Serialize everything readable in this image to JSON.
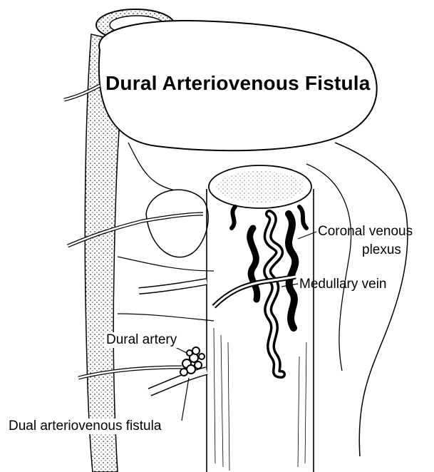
{
  "title": "Dural Arteriovenous Fistula",
  "labels": {
    "coronal_line1": "Coronal venous",
    "coronal_line2": "plexus",
    "medullary_vein": "Medullary vein",
    "dural_artery": "Dural artery",
    "dual_fistula": "Dual arteriovenous fistula"
  },
  "colors": {
    "ink": "#000000",
    "paper": "#ffffff"
  }
}
